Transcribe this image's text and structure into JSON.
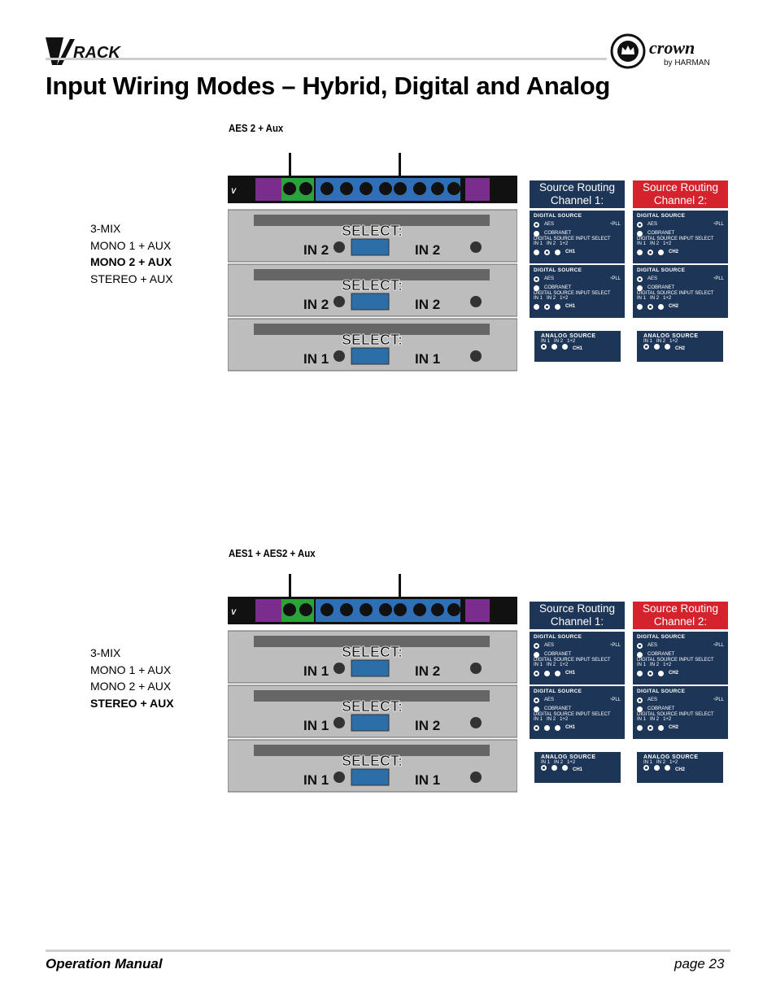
{
  "header": {
    "brand_left": "RACK",
    "brand_right": "crown",
    "brand_right_sub": "by HARMAN",
    "title": "Input Wiring Modes – Hybrid, Digital and Analog"
  },
  "footer": {
    "manual": "Operation Manual",
    "page": "page 23"
  },
  "sections": [
    {
      "caption": "AES 2 + Aux",
      "modes": [
        "3-MIX",
        "MONO 1 + AUX",
        "MONO 2 + AUX",
        "STEREO + AUX"
      ],
      "selected_mode": "MONO 2 + AUX",
      "amps": [
        {
          "select": "SELECT:",
          "left": "IN 2",
          "right": "IN 2"
        },
        {
          "select": "SELECT:",
          "left": "IN 2",
          "right": "IN 2"
        },
        {
          "select": "SELECT:",
          "left": "IN 1",
          "right": "IN 1"
        }
      ],
      "route_ch1": "Source Routing Channel 1:",
      "route_ch2": "Source Routing Channel 2:",
      "digital": [
        {
          "ch1": {
            "title": "DIGITAL SOURCE",
            "aes": "AES",
            "cobranet": "COBRANET",
            "pll": "PLL",
            "select_label": "DIGITAL SOURCE INPUT SELECT",
            "in1": "IN 1",
            "in2": "IN 2",
            "both": "1+2",
            "ch": "CH1",
            "selected": 2
          },
          "ch2": {
            "title": "DIGITAL SOURCE",
            "aes": "AES",
            "cobranet": "COBRANET",
            "pll": "PLL",
            "select_label": "DIGITAL SOURCE INPUT SELECT",
            "in1": "IN 1",
            "in2": "IN 2",
            "both": "1+2",
            "ch": "CH2",
            "selected": 2
          }
        },
        {
          "ch1": {
            "title": "DIGITAL SOURCE",
            "aes": "AES",
            "cobranet": "COBRANET",
            "pll": "PLL",
            "select_label": "DIGITAL SOURCE INPUT SELECT",
            "in1": "IN 1",
            "in2": "IN 2",
            "both": "1+2",
            "ch": "CH1",
            "selected": 2
          },
          "ch2": {
            "title": "DIGITAL SOURCE",
            "aes": "AES",
            "cobranet": "COBRANET",
            "pll": "PLL",
            "select_label": "DIGITAL SOURCE INPUT SELECT",
            "in1": "IN 1",
            "in2": "IN 2",
            "both": "1+2",
            "ch": "CH2",
            "selected": 2
          }
        }
      ],
      "analog": {
        "ch1": {
          "title": "ANALOG SOURCE",
          "in1": "IN 1",
          "in2": "IN 2",
          "both": "1+2",
          "ch": "CH1",
          "selected": 1
        },
        "ch2": {
          "title": "ANALOG SOURCE",
          "in1": "IN 1",
          "in2": "IN 2",
          "both": "1+2",
          "ch": "CH2",
          "selected": 1
        }
      }
    },
    {
      "caption": "AES1 + AES2 + Aux",
      "modes": [
        "3-MIX",
        "MONO 1 + AUX",
        "MONO 2 + AUX",
        "STEREO + AUX"
      ],
      "selected_mode": "STEREO + AUX",
      "amps": [
        {
          "select": "SELECT:",
          "left": "IN 1",
          "right": "IN 2"
        },
        {
          "select": "SELECT:",
          "left": "IN 1",
          "right": "IN 2"
        },
        {
          "select": "SELECT:",
          "left": "IN 1",
          "right": "IN 1"
        }
      ],
      "route_ch1": "Source Routing Channel 1:",
      "route_ch2": "Source Routing Channel 2:",
      "digital": [
        {
          "ch1": {
            "title": "DIGITAL SOURCE",
            "aes": "AES",
            "cobranet": "COBRANET",
            "pll": "PLL",
            "select_label": "DIGITAL SOURCE INPUT SELECT",
            "in1": "IN 1",
            "in2": "IN 2",
            "both": "1+2",
            "ch": "CH1",
            "selected": 1
          },
          "ch2": {
            "title": "DIGITAL SOURCE",
            "aes": "AES",
            "cobranet": "COBRANET",
            "pll": "PLL",
            "select_label": "DIGITAL SOURCE INPUT SELECT",
            "in1": "IN 1",
            "in2": "IN 2",
            "both": "1+2",
            "ch": "CH2",
            "selected": 2
          }
        },
        {
          "ch1": {
            "title": "DIGITAL SOURCE",
            "aes": "AES",
            "cobranet": "COBRANET",
            "pll": "PLL",
            "select_label": "DIGITAL SOURCE INPUT SELECT",
            "in1": "IN 1",
            "in2": "IN 2",
            "both": "1+2",
            "ch": "CH1",
            "selected": 1
          },
          "ch2": {
            "title": "DIGITAL SOURCE",
            "aes": "AES",
            "cobranet": "COBRANET",
            "pll": "PLL",
            "select_label": "DIGITAL SOURCE INPUT SELECT",
            "in1": "IN 1",
            "in2": "IN 2",
            "both": "1+2",
            "ch": "CH2",
            "selected": 2
          }
        }
      ],
      "analog": {
        "ch1": {
          "title": "ANALOG SOURCE",
          "in1": "IN 1",
          "in2": "IN 2",
          "both": "1+2",
          "ch": "CH1",
          "selected": 1
        },
        "ch2": {
          "title": "ANALOG SOURCE",
          "in1": "IN 1",
          "in2": "IN 2",
          "both": "1+2",
          "ch": "CH2",
          "selected": 1
        }
      }
    }
  ],
  "colors": {
    "panel_blue": "#1d3557",
    "route_red": "#d4232c",
    "rule_gray": "#cfcfcf"
  }
}
